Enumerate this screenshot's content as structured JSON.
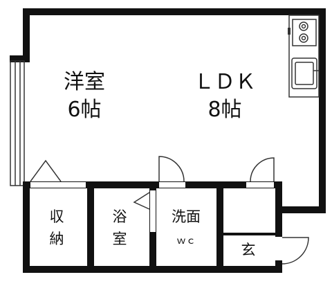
{
  "rooms": {
    "western_room": {
      "name": "洋室",
      "size": "6帖"
    },
    "ldk": {
      "name": "ＬＤＫ",
      "size": "8帖"
    },
    "storage": {
      "line1": "収",
      "line2": "納"
    },
    "bath": {
      "line1": "浴",
      "line2": "室"
    },
    "washroom_wc": {
      "line1": "洗面",
      "line2": "ｗｃ"
    },
    "entrance": {
      "name": "玄"
    }
  },
  "colors": {
    "wall": "#111111",
    "line": "#333333"
  }
}
